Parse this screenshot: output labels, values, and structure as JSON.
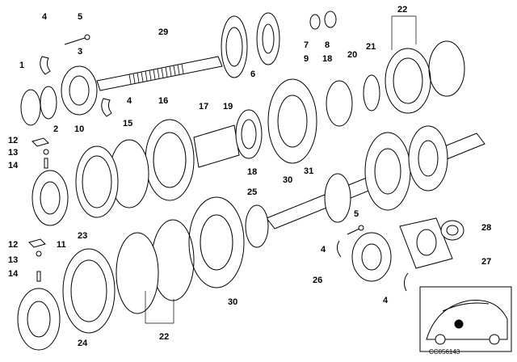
{
  "diagram": {
    "image_code": "CC056143",
    "callouts": [
      {
        "id": "c-4-top",
        "text": "4"
      },
      {
        "id": "c-5-top",
        "text": "5"
      },
      {
        "id": "c-29",
        "text": "29"
      },
      {
        "id": "c-7",
        "text": "7"
      },
      {
        "id": "c-8",
        "text": "8"
      },
      {
        "id": "c-22-top",
        "text": "22"
      },
      {
        "id": "c-3",
        "text": "3"
      },
      {
        "id": "c-1",
        "text": "1"
      },
      {
        "id": "c-9",
        "text": "9"
      },
      {
        "id": "c-18-top",
        "text": "18"
      },
      {
        "id": "c-20",
        "text": "20"
      },
      {
        "id": "c-21",
        "text": "21"
      },
      {
        "id": "c-6",
        "text": "6"
      },
      {
        "id": "c-4-mid",
        "text": "4"
      },
      {
        "id": "c-16",
        "text": "16"
      },
      {
        "id": "c-17",
        "text": "17"
      },
      {
        "id": "c-19",
        "text": "19"
      },
      {
        "id": "c-2",
        "text": "2"
      },
      {
        "id": "c-10",
        "text": "10"
      },
      {
        "id": "c-15",
        "text": "15"
      },
      {
        "id": "c-12-top",
        "text": "12"
      },
      {
        "id": "c-13-top",
        "text": "13"
      },
      {
        "id": "c-14-top",
        "text": "14"
      },
      {
        "id": "c-18-mid",
        "text": "18"
      },
      {
        "id": "c-30-mid",
        "text": "30"
      },
      {
        "id": "c-31",
        "text": "31"
      },
      {
        "id": "c-25",
        "text": "25"
      },
      {
        "id": "c-5-bot",
        "text": "5"
      },
      {
        "id": "c-23",
        "text": "23"
      },
      {
        "id": "c-28",
        "text": "28"
      },
      {
        "id": "c-12-bot",
        "text": "12"
      },
      {
        "id": "c-11",
        "text": "11"
      },
      {
        "id": "c-4-bot",
        "text": "4"
      },
      {
        "id": "c-13-bot",
        "text": "13"
      },
      {
        "id": "c-27",
        "text": "27"
      },
      {
        "id": "c-14-bot",
        "text": "14"
      },
      {
        "id": "c-26",
        "text": "26"
      },
      {
        "id": "c-30-bot",
        "text": "30"
      },
      {
        "id": "c-4-lowest",
        "text": "4"
      },
      {
        "id": "c-22-bot",
        "text": "22"
      },
      {
        "id": "c-24",
        "text": "24"
      }
    ]
  }
}
